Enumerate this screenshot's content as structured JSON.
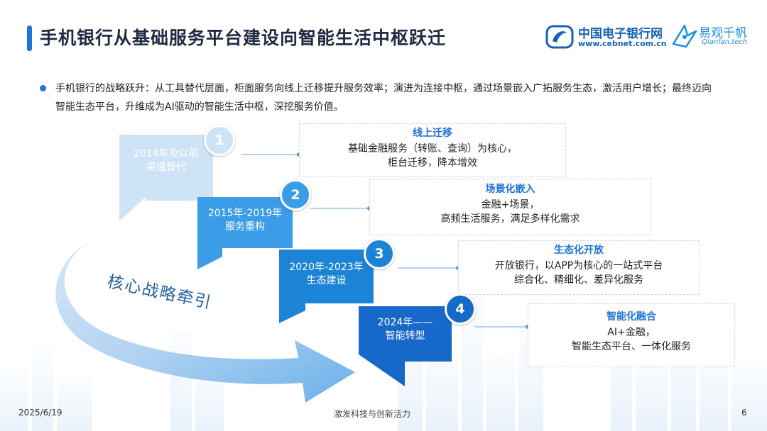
{
  "header": {
    "title": "手机银行从基础服务平台建设向智能生活中枢跃迁",
    "logo_cebnet_name": "中国电子银行网",
    "logo_cebnet_url": "www.cebnet.com.cn",
    "logo_qianfan_name": "易观千帆",
    "logo_qianfan_sub": "Qianfan.tech"
  },
  "intro": "手机银行的战略跃升：从工具替代层面，柜面服务向线上迁移提升服务效率；演进为连接中枢，通过场景嵌入广拓服务生态，激活用户增长；最终迈向智能生态平台，升维成为AI驱动的智能生活中枢，深挖服务价值。",
  "arrow_label": "核心战略牵引",
  "stages": [
    {
      "num": "1",
      "period": "2014年及以前",
      "name": "渠道替代",
      "box_title": "线上迁移",
      "box_lines": [
        "基础金融服务（转账、查询）为核心，",
        "柜台迁移，降本增效"
      ]
    },
    {
      "num": "2",
      "period": "2015年-2019年",
      "name": "服务重构",
      "box_title": "场景化嵌入",
      "box_lines": [
        "金融+场景，",
        "高频生活服务，满足多样化需求"
      ]
    },
    {
      "num": "3",
      "period": "2020年-2023年",
      "name": "生态建设",
      "box_title": "生态化开放",
      "box_lines": [
        "开放银行，以APP为核心的一站式平台",
        "综合化、精细化、差异化服务"
      ]
    },
    {
      "num": "4",
      "period": "2024年——",
      "name": "智能转型",
      "box_title": "智能化融合",
      "box_lines": [
        "AI+金融，",
        "智能生态平台、一体化服务"
      ]
    }
  ],
  "colors": {
    "stage1": "#cfe3f7",
    "stage2": "#3b9de8",
    "stage3": "#1b84d6",
    "stage4": "#1669c8",
    "accent": "#1e73d8"
  },
  "footer": {
    "date": "2025/6/19",
    "slogan": "激发科技与创新活力",
    "page": "6"
  }
}
